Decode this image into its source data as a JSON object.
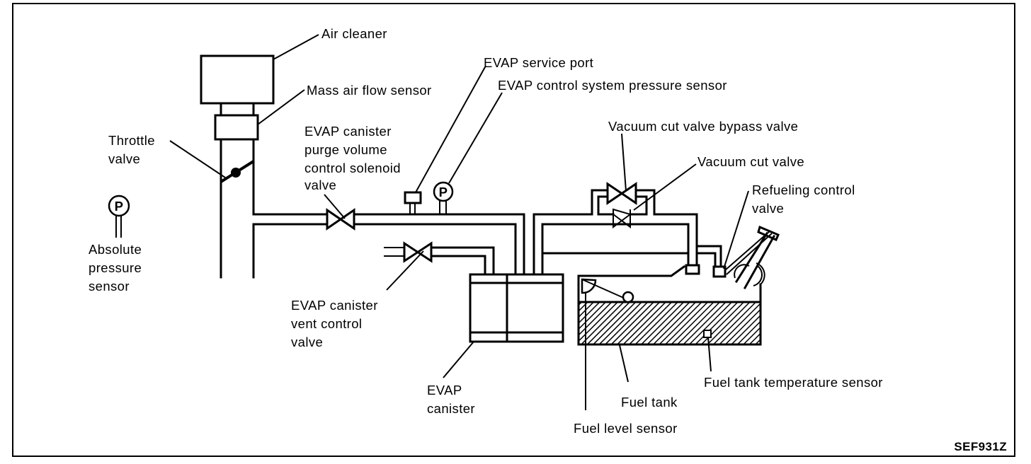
{
  "figure_code": "SEF931Z",
  "colors": {
    "ink": "#000000",
    "background": "#ffffff"
  },
  "labels": {
    "air_cleaner": "Air cleaner",
    "mass_air_flow_sensor": "Mass air flow sensor",
    "throttle_valve": [
      "Throttle",
      "valve"
    ],
    "absolute_pressure_sensor": [
      "Absolute",
      "pressure",
      "sensor"
    ],
    "purge_valve": [
      "EVAP canister",
      "purge volume",
      "control solenoid",
      "valve"
    ],
    "service_port": "EVAP service port",
    "pressure_sensor": "EVAP control system pressure sensor",
    "vacuum_cut_bypass_valve": "Vacuum cut valve bypass valve",
    "vacuum_cut_valve": "Vacuum cut valve",
    "refueling_control_valve": [
      "Refueling control",
      "valve"
    ],
    "vent_control_valve": [
      "EVAP canister",
      "vent control",
      "valve"
    ],
    "evap_canister": [
      "EVAP",
      "canister"
    ],
    "fuel_tank": "Fuel tank",
    "fuel_tank_temperature_sensor": "Fuel tank temperature sensor",
    "fuel_level_sensor": "Fuel level sensor"
  },
  "symbols": {
    "pressure_sensor_letter": "P"
  }
}
